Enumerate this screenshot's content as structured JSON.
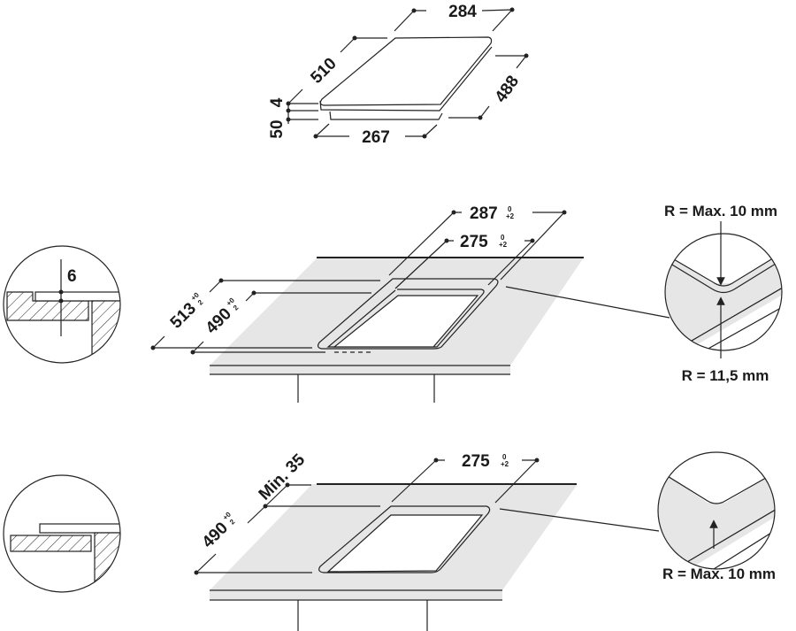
{
  "hob_dimensions": {
    "width_top": "284",
    "depth_top": "510",
    "depth_side": "488",
    "width_bottom": "267",
    "glass_thickness": "4",
    "body_height": "50"
  },
  "flush_mount": {
    "outer_width": "287",
    "outer_width_tol_top": "0",
    "outer_width_tol_bottom": "+2",
    "inner_width": "275",
    "inner_width_tol_top": "0",
    "inner_width_tol_bottom": "+2",
    "outer_depth": "513",
    "outer_depth_tol_top": "+0",
    "outer_depth_tol_bottom": "2",
    "inner_depth": "490",
    "inner_depth_tol_top": "+0",
    "inner_depth_tol_bottom": "2",
    "recess_depth": "6",
    "corner_radius_top": "R = Max. 10 mm",
    "corner_radius_bottom": "R = 11,5 mm"
  },
  "standard_mount": {
    "width": "275",
    "width_tol_top": "0",
    "width_tol_bottom": "+2",
    "depth": "490",
    "depth_tol_top": "+0",
    "depth_tol_bottom": "2",
    "min_distance": "Min. 35",
    "corner_radius": "R = Max. 10 mm"
  },
  "colors": {
    "line": "#222222",
    "worktop": "#e6e6e6"
  }
}
